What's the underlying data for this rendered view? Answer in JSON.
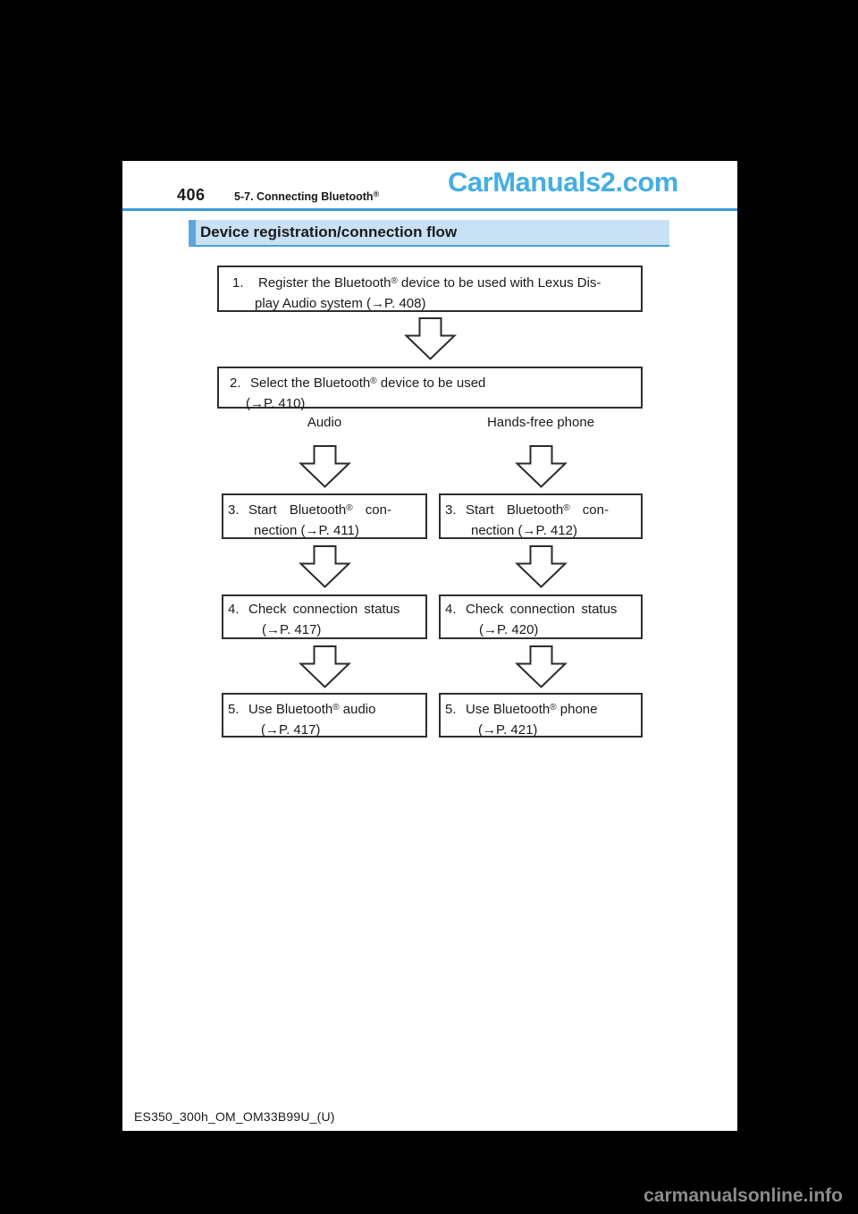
{
  "header": {
    "page_number": "406",
    "chapter": "5-7. Connecting Bluetooth",
    "registered_mark": "®"
  },
  "watermarks": {
    "top": "CarManuals2.com",
    "bottom": "carmanualsonline.info"
  },
  "section": {
    "title": "Device registration/connection flow"
  },
  "flow": {
    "box1": {
      "num": "1.",
      "t1": "Register the Bluetooth",
      "sup": "®",
      "t2": " device to be used with Lexus Dis-",
      "line2": "play Audio system (→P. 408)"
    },
    "box2": {
      "num": "2.",
      "t1": "Select the Bluetooth",
      "sup": "®",
      "t2": " device to be used",
      "line2": "(→P. 410)"
    },
    "branches": {
      "left_label": "Audio",
      "right_label": "Hands-free phone"
    },
    "left": {
      "box3": {
        "num": "3.",
        "t1": "Start Bluetooth",
        "sup": "®",
        "t2": " con-",
        "line2": "nection (→P. 411)"
      },
      "box4": {
        "num": "4.",
        "t1": "Check connection status",
        "line2": "(→P. 417)"
      },
      "box5": {
        "num": "5.",
        "t1": "Use Bluetooth",
        "sup": "®",
        "t2": " audio",
        "line2": "(→P. 417)"
      }
    },
    "right": {
      "box3": {
        "num": "3.",
        "t1": "Start Bluetooth",
        "sup": "®",
        "t2": " con-",
        "line2": "nection (→P. 412)"
      },
      "box4": {
        "num": "4.",
        "t1": "Check connection status",
        "line2": "(→P. 420)"
      },
      "box5": {
        "num": "5.",
        "t1": "Use Bluetooth",
        "sup": "®",
        "t2": " phone",
        "line2": "(→P. 421)"
      }
    }
  },
  "footer": {
    "document_code": "ES350_300h_OM_OM33B99U_(U)"
  },
  "colors": {
    "accent_blue": "#5ea6dc",
    "bar_fill": "#c9e1f5",
    "rule_blue": "#3d9ad6",
    "watermark_top_blue": "#45aee3",
    "watermark_bottom_gray": "#8c8c8c",
    "page_background": "#ffffff",
    "outer_background": "#000000"
  }
}
